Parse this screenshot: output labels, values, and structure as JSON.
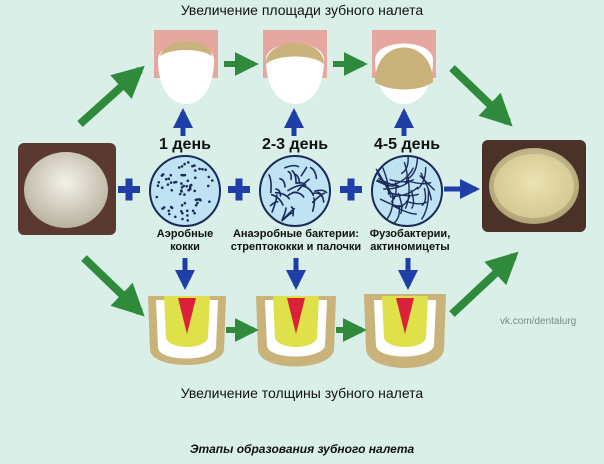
{
  "titles": {
    "top": "Увеличение площади зубного налета",
    "bottom": "Увеличение толщины зубного налета",
    "caption": "Этапы образования зубного налета"
  },
  "stages": [
    {
      "day": "1 день",
      "bacteria_line1": "Аэробные",
      "bacteria_line2": "кокки"
    },
    {
      "day": "2-3 день",
      "bacteria_line1": "Анаэробные бактерии:",
      "bacteria_line2": "стрептококки и палочки"
    },
    {
      "day": "4-5 день",
      "bacteria_line1": "Фузобактерии,",
      "bacteria_line2": "актиномицеты"
    }
  ],
  "watermark": "vk.com/dentalurg",
  "colors": {
    "background": "#d9efe8",
    "arrow_green": "#2f8a3c",
    "arrow_blue": "#1f3fa6",
    "plus_blue": "#1f3fa6",
    "circle_fill": "#bfe3f3",
    "tooth_yellow": "#dfe14a",
    "pulp_red": "#d9213a",
    "gum_pink": "#e6a7a0",
    "plaque_tan": "#c9b37a"
  }
}
